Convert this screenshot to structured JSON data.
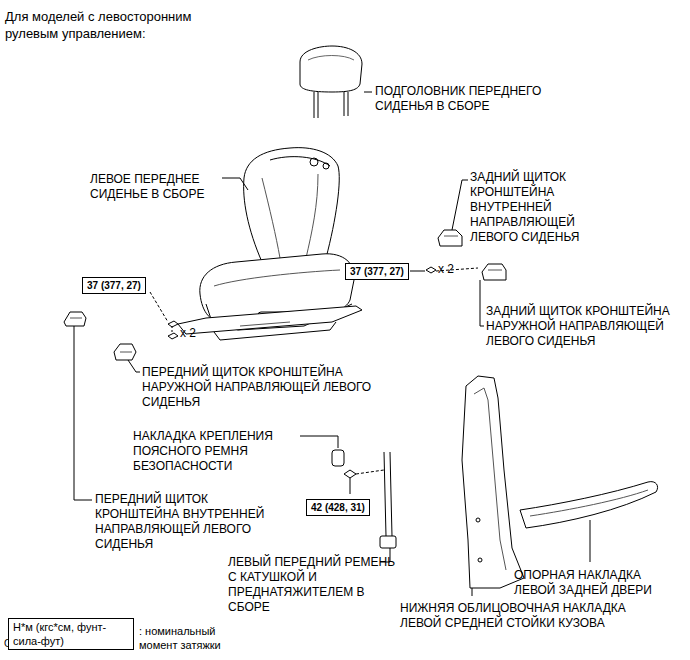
{
  "diagram": {
    "title": "Для моделей с левосторонним рулевым управлением:",
    "nodes": [
      {
        "text": [
          "37 (377, 27)"
        ]
      },
      {
        "text": [
          "37 (377, 27)"
        ]
      },
      {
        "text": [
          "42 (428, 31)"
        ]
      },
      {
        "text": [
          "Н*м (кгс*см, фунт-сила-фут)"
        ]
      }
    ],
    "labels": [
      "ПОДГОЛОВНИК ПЕРЕДНЕГО СИДЕНЬЯ В СБОРЕ",
      "ЛЕВОЕ ПЕРЕДНЕЕ СИДЕНЬЕ В СБОРЕ",
      "ЗАДНИЙ ЩИТОК КРОНШТЕЙНА ВНУТРЕННЕЙ НАПРАВЛЯЮЩЕЙ ЛЕВОГО СИДЕНЬЯ",
      "x 2",
      "ЗАДНИЙ ЩИТОК КРОНШТЕЙНА НАРУЖНОЙ НАПРАВЛЯЮЩЕЙ ЛЕВОГО СИДЕНЬЯ",
      "x 2",
      "ПЕРЕДНИЙ ЩИТОК КРОНШТЕЙНА НАРУЖНОЙ НАПРАВЛЯЮЩЕЙ ЛЕВОГО СИДЕНЬЯ",
      "НАКЛАДКА КРЕПЛЕНИЯ ПОЯСНОГО РЕМНЯ БЕЗОПАСНОСТИ",
      "ПЕРЕДНИЙ ЩИТОК КРОНШТЕЙНА ВНУТРЕННЕЙ НАПРАВЛЯЮЩЕЙ ЛЕВОГО СИДЕНЬЯ",
      "ЛЕВЫЙ ПЕРЕДНИЙ РЕМЕНЬ С КАТУШКОЙ И ПРЕДНАТЯЖИТЕЛЕМ В СБОРЕ",
      "ОПОРНАЯ НАКЛАДКА ЛЕВОЙ ЗАДНЕЙ ДВЕРИ",
      "НИЖНЯЯ ОБЛИЦОВОЧНАЯ НАКЛАДКА ЛЕВОЙ СРЕДНЕЙ СТОЙКИ КУЗОВА",
      "C",
      ": номинальный момент затяжки"
    ]
  }
}
